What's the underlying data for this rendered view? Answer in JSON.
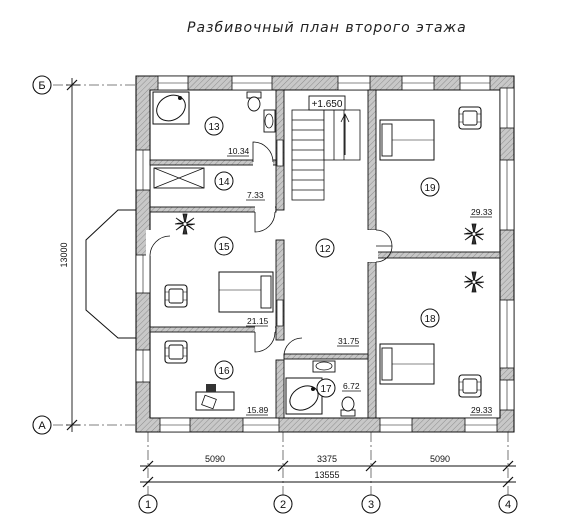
{
  "title": "Разбивочный план второго этажа",
  "axes": {
    "rows": [
      "Б",
      "А"
    ],
    "cols": [
      "1",
      "2",
      "3",
      "4"
    ]
  },
  "dimensions": {
    "d1": "5090",
    "d2": "3375",
    "d3": "5090",
    "total": "13555",
    "height": "13000"
  },
  "level_mark": "+1.650",
  "rooms": [
    {
      "num": "12",
      "area": "31.75"
    },
    {
      "num": "13",
      "area": "10.34"
    },
    {
      "num": "14",
      "area": "7.33"
    },
    {
      "num": "15",
      "area": "21.15"
    },
    {
      "num": "16",
      "area": "15.89"
    },
    {
      "num": "17",
      "area": "6.72"
    },
    {
      "num": "18",
      "area": "29.33"
    },
    {
      "num": "19",
      "area": "29.33"
    }
  ]
}
